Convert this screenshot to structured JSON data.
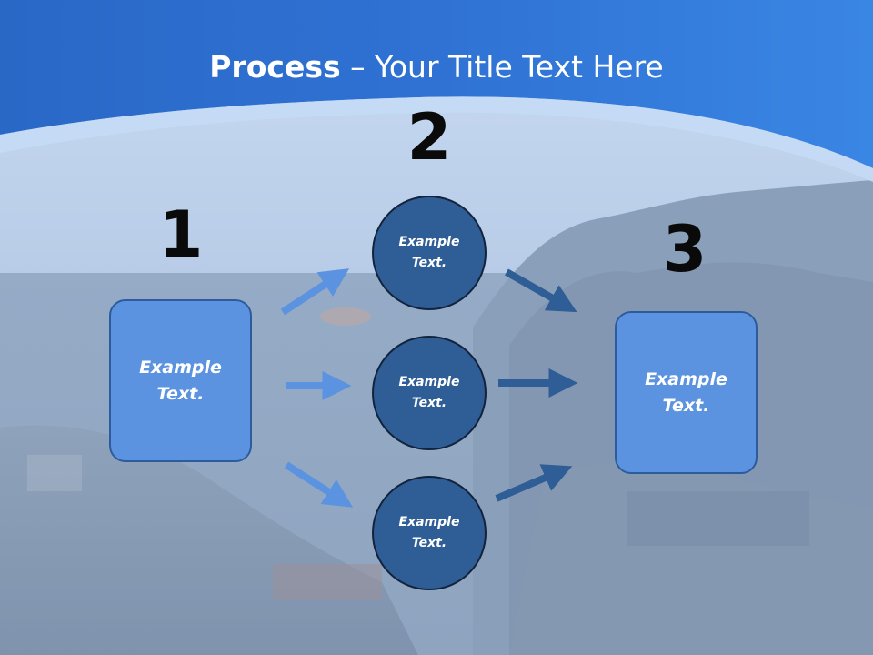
{
  "title": {
    "bold": "Process",
    "rest": " – Your Title Text Here"
  },
  "steps": [
    {
      "number": "1",
      "text": "Example\nText."
    },
    {
      "number": "2",
      "text": ""
    },
    {
      "number": "3",
      "text": "Example\nText."
    }
  ],
  "circles": [
    {
      "text": "Example\nText."
    },
    {
      "text": "Example\nText."
    },
    {
      "text": "Example\nText."
    }
  ],
  "colors": {
    "header_blue": "#2f70cf",
    "box_fill": "#5b93e0",
    "circle_fill": "#2e5e95",
    "light_arrow": "#5b93e0",
    "dark_arrow": "#2e5e95"
  }
}
